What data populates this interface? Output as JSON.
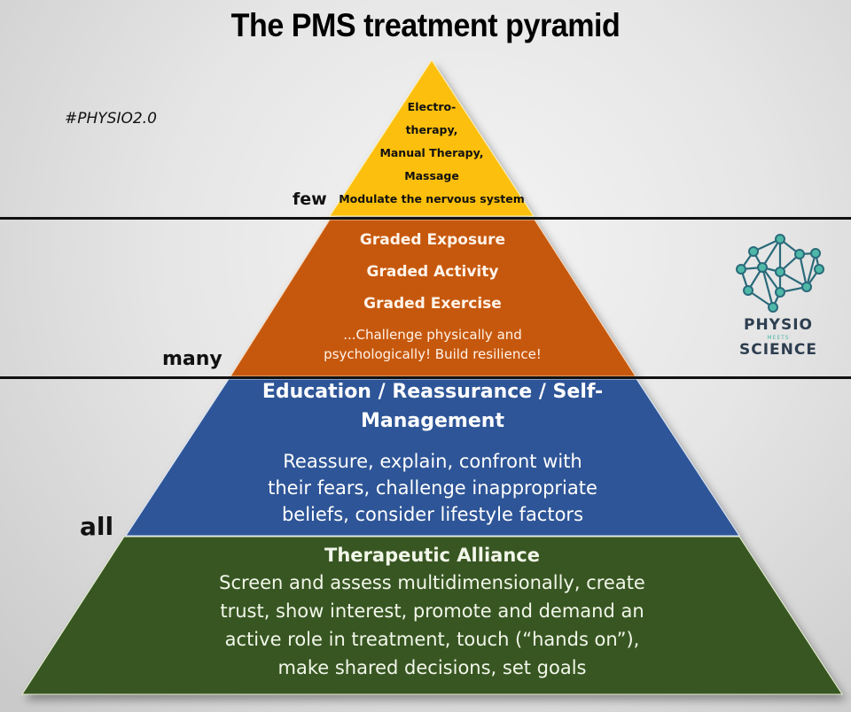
{
  "title": "The PMS treatment pyramid",
  "hashtag": "#PHYSIO2.0",
  "level_labels": {
    "few": "few",
    "many": "many",
    "all": "all"
  },
  "colors": {
    "yellow": "#fcbf0f",
    "orange": "#c6580f",
    "blue": "#2e5597",
    "green": "#385723",
    "logo_dark": "#2d3e50",
    "logo_teal": "#4fb8a8"
  },
  "tiers": {
    "top": {
      "lines": [
        "Electro-",
        "therapy,",
        "Manual Therapy,",
        "Massage",
        "Modulate the nervous system"
      ]
    },
    "second": {
      "headings": [
        "Graded Exposure",
        "Graded Activity",
        "Graded Exercise"
      ],
      "body": [
        "...Challenge physically and",
        "psychologically! Build resilience!"
      ]
    },
    "third": {
      "heading": [
        "Education / Reassurance / Self-",
        "Management"
      ],
      "body": [
        "Reassure, explain, confront with",
        "their fears, challenge inappropriate",
        "beliefs, consider lifestyle factors"
      ]
    },
    "base": {
      "heading": "Therapeutic Alliance",
      "body": [
        "Screen and assess multidimensionally, create",
        "trust, show interest, promote and demand an",
        "active role in treatment, touch (“hands on”),",
        "make shared decisions, set goals"
      ]
    }
  },
  "logo": {
    "icon": "brain-network-icon",
    "line1": "PHYSIO",
    "line2": "MEETS",
    "line3": "SCIENCE"
  }
}
